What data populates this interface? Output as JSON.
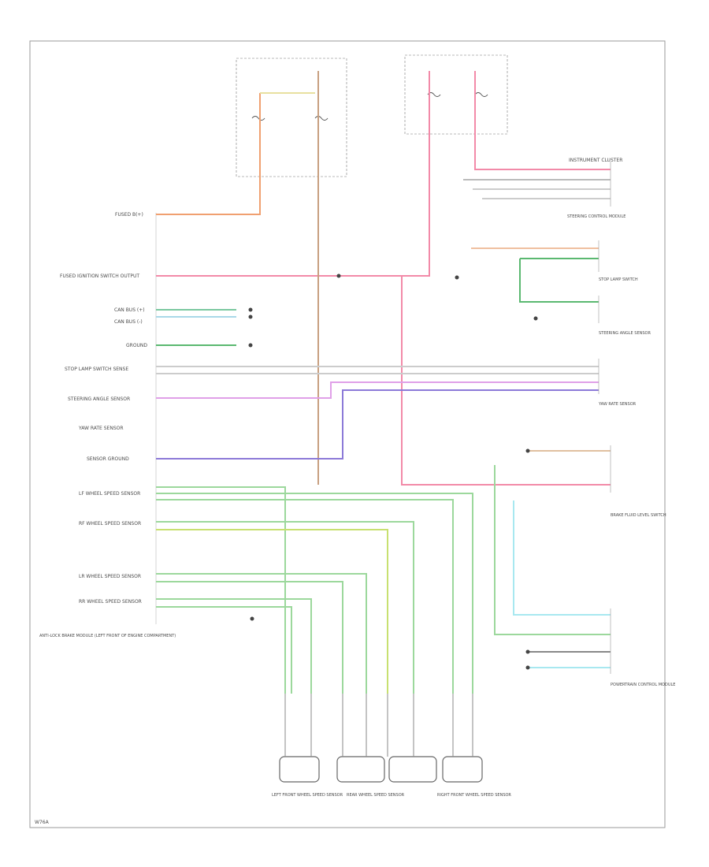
{
  "diagram": {
    "module_side_labels": [
      "FUSED B(+)",
      "FUSED IGNITION SWITCH OUTPUT",
      "CAN BUS (+)",
      "CAN BUS (-)",
      "GROUND",
      "STOP LAMP SWITCH SENSE",
      "STEERING ANGLE SENSOR",
      "YAW RATE SENSOR",
      "SENSOR GROUND",
      "LF WHEEL SPEED SENSOR",
      "RF WHEEL SPEED SENSOR",
      "LR WHEEL SPEED SENSOR",
      "RR WHEEL SPEED SENSOR",
      "ANTI-LOCK BRAKE MODULE (LEFT FRONT OF ENGINE COMPARTMENT)"
    ],
    "right_side_labels": [
      "INSTRUMENT CLUSTER",
      "STEERING CONTROL MODULE",
      "STOP LAMP SWITCH",
      "STEERING ANGLE SENSOR",
      "YAW RATE SENSOR",
      "BRAKE FLUID LEVEL SWITCH",
      "POWERTRAIN CONTROL MODULE"
    ],
    "sensor_labels": [
      "LEFT FRONT WHEEL SPEED SENSOR",
      "REAR WHEEL SPEED SENSOR",
      "RIGHT FRONT WHEEL SPEED SENSOR"
    ],
    "footer_code": "W76A"
  }
}
